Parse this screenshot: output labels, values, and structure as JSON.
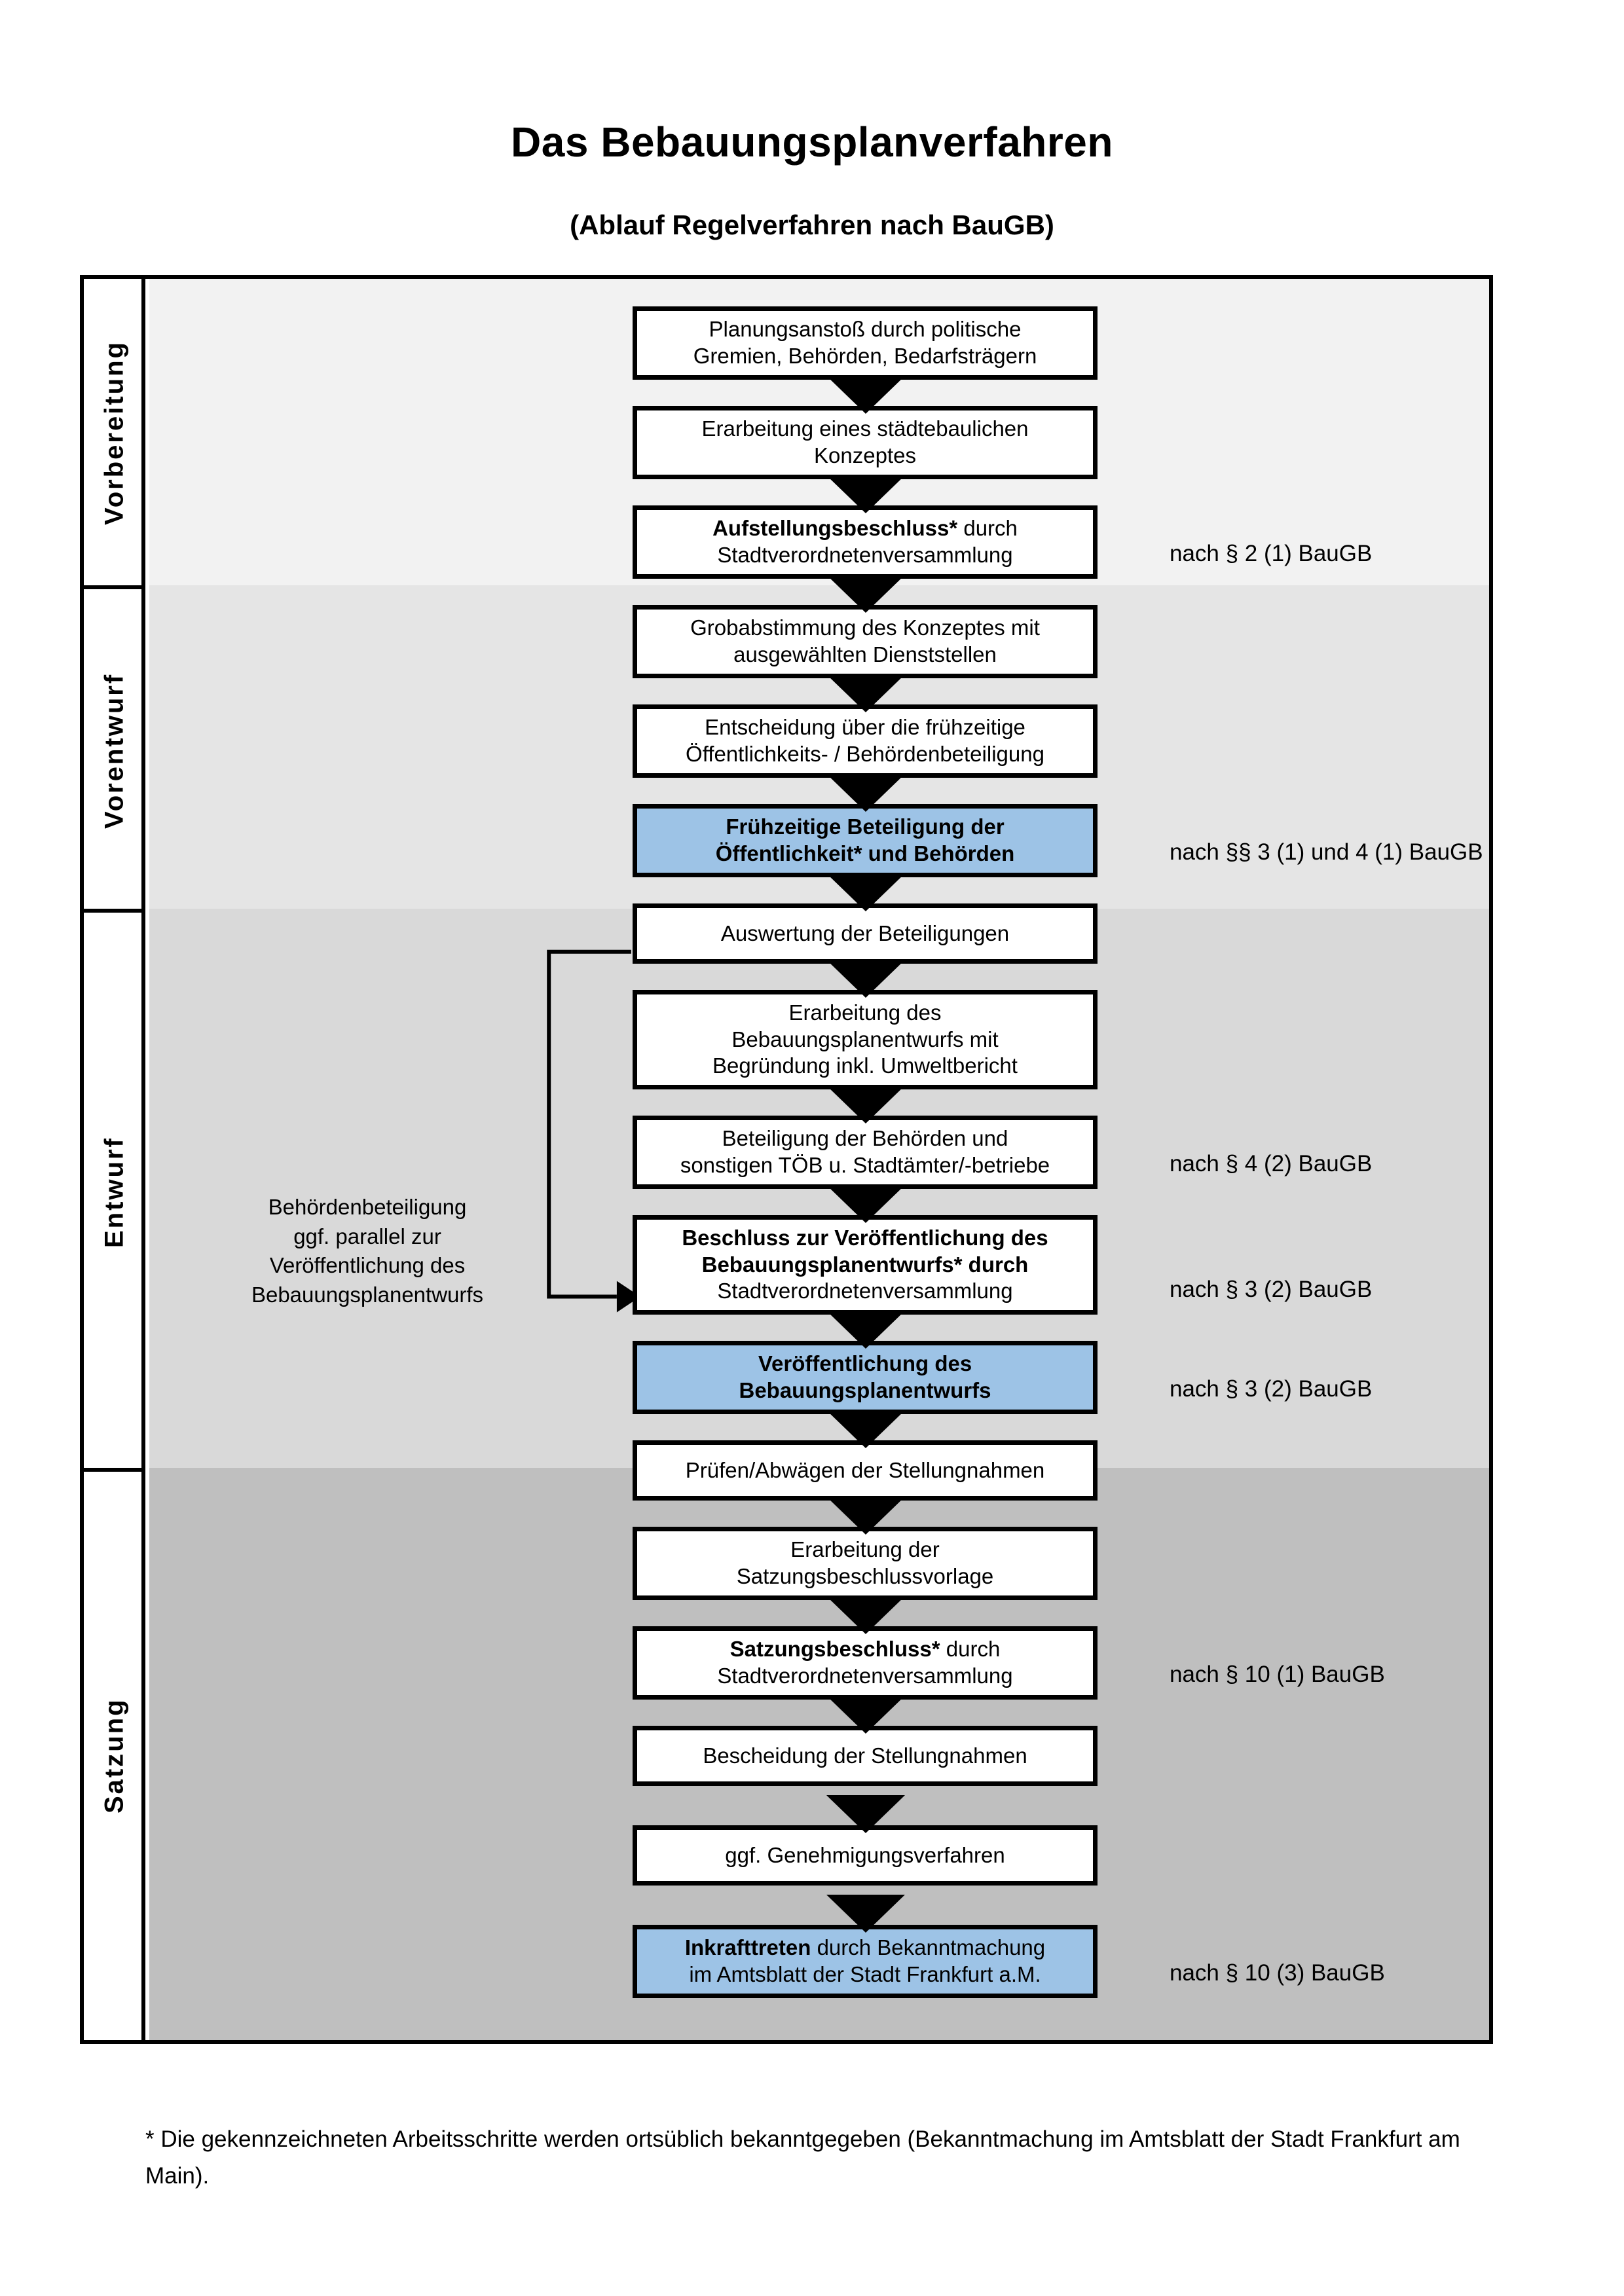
{
  "title": "Das Bebauungsplanverfahren",
  "subtitle": "(Ablauf Regelverfahren nach BauGB)",
  "phases": [
    {
      "label": "Vorbereitung",
      "band_color": "#F2F2F2"
    },
    {
      "label": "Vorentwurf",
      "band_color": "#E5E5E5"
    },
    {
      "label": "Entwurf",
      "band_color": "#D9D9D9"
    },
    {
      "label": "Satzung",
      "band_color": "#BFBFBF"
    }
  ],
  "colors": {
    "highlight_blue": "#9DC3E6",
    "outline": "#000000",
    "page_background": "#FFFFFF"
  },
  "nodes": [
    {
      "id": "n1",
      "line1": "Planungsanstoß durch politische",
      "line2": "Gremien, Behörden, Bedarfsträgern",
      "highlight": false,
      "bold_prefix": ""
    },
    {
      "id": "n2",
      "line1": "Erarbeitung eines städtebaulichen",
      "line2": "Konzeptes",
      "highlight": false,
      "bold_prefix": ""
    },
    {
      "id": "n3",
      "line1": "Aufstellungsbeschluss* durch",
      "line2": "Stadtverordnetenversammlung",
      "highlight": false,
      "bold_prefix": "Aufstellungsbeschluss*"
    },
    {
      "id": "n4",
      "line1": "Grobabstimmung des Konzeptes mit",
      "line2": "ausgewählten Dienststellen",
      "highlight": false,
      "bold_prefix": ""
    },
    {
      "id": "n5",
      "line1": "Entscheidung über die frühzeitige",
      "line2": "Öffentlichkeits- / Behördenbeteiligung",
      "highlight": false,
      "bold_prefix": ""
    },
    {
      "id": "n6",
      "line1": "Frühzeitige Beteiligung der",
      "line2": "Öffentlichkeit* und Behörden",
      "highlight": true,
      "bold_prefix": "all"
    },
    {
      "id": "n7",
      "line1": "Auswertung der Beteiligungen",
      "line2": "",
      "highlight": false,
      "bold_prefix": ""
    },
    {
      "id": "n8",
      "line1": "Erarbeitung des",
      "line2": "Bebauungsplanentwurfs mit",
      "line3": "Begründung inkl. Umweltbericht",
      "highlight": false,
      "bold_prefix": ""
    },
    {
      "id": "n9",
      "line1": "Beteiligung der Behörden und",
      "line2": "sonstigen TÖB u. Stadtämter/-betriebe",
      "highlight": false,
      "bold_prefix": ""
    },
    {
      "id": "n10",
      "line1": "Beschluss zur Veröffentlichung des",
      "line2": "Bebauungsplanentwurfs* durch",
      "line3": "Stadtverordnetenversammlung",
      "highlight": false,
      "bold_prefix": "Beschluss zur Veröffentlichung des Bebauungsplanentwurfs*"
    },
    {
      "id": "n11",
      "line1": "Veröffentlichung des",
      "line2": "Bebauungsplanentwurfs",
      "highlight": true,
      "bold_prefix": "all"
    },
    {
      "id": "n12",
      "line1": "Prüfen/Abwägen der Stellungnahmen",
      "line2": "",
      "highlight": false,
      "bold_prefix": ""
    },
    {
      "id": "n13",
      "line1": "Erarbeitung der",
      "line2": "Satzungsbeschlussvorlage",
      "highlight": false,
      "bold_prefix": ""
    },
    {
      "id": "n14",
      "line1": "Satzungsbeschluss* durch",
      "line2": "Stadtverordnetenversammlung",
      "highlight": false,
      "bold_prefix": "Satzungsbeschluss*"
    },
    {
      "id": "n15",
      "line1": "Bescheidung der Stellungnahmen",
      "line2": "",
      "highlight": false,
      "bold_prefix": ""
    },
    {
      "id": "n16",
      "line1": "ggf. Genehmigungsverfahren",
      "line2": "",
      "highlight": false,
      "bold_prefix": ""
    },
    {
      "id": "n17",
      "line1": "Inkrafttreten durch Bekanntmachung",
      "line2": "im Amtsblatt der Stadt Frankfurt a.M.",
      "highlight": true,
      "bold_prefix": "Inkrafttreten"
    }
  ],
  "annotations": [
    {
      "id": "a1",
      "text": "nach § 2 (1) BauGB"
    },
    {
      "id": "a2",
      "text": "nach §§ 3 (1) und 4 (1) BauGB"
    },
    {
      "id": "a3",
      "text": "nach § 4 (2) BauGB"
    },
    {
      "id": "a4",
      "text": "nach § 3 (2) BauGB"
    },
    {
      "id": "a5",
      "text": "nach § 3 (2) BauGB"
    },
    {
      "id": "a6",
      "text": "nach § 10 (1) BauGB"
    },
    {
      "id": "a7",
      "text": "nach § 10 (3) BauGB"
    }
  ],
  "sidenote": {
    "line1": "Behördenbeteiligung",
    "line2": "ggf. parallel zur",
    "line3": "Veröffentlichung des",
    "line4": "Bebauungsplanentwurfs"
  },
  "footnote": "* Die gekennzeichneten Arbeitsschritte werden ortsüblich bekanntgegeben (Bekanntmachung im Amtsblatt  der Stadt Frankfurt am Main)."
}
